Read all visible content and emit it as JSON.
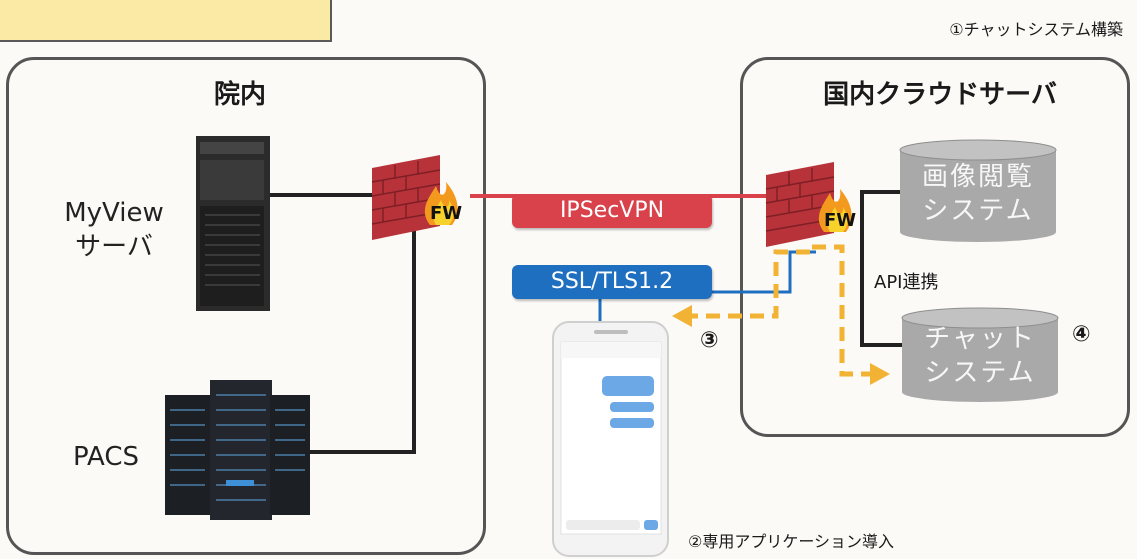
{
  "top_note": "①チャットシステム構築",
  "hospital": {
    "title": "院内",
    "myview_label_line1": "MyView",
    "myview_label_line2": "サーバ",
    "pacs_label": "PACS"
  },
  "cloud": {
    "title": "国内クラウドサーバ",
    "viewer_line1": "画像閲覧",
    "viewer_line2": "システム",
    "chat_line1": "チャット",
    "chat_line2": "システム",
    "api_label": "API連携"
  },
  "firewall_label": "FW",
  "vpn_label": "IPSecVPN",
  "ssl_label": "SSL/TLS1.2",
  "step3": "③",
  "step4": "④",
  "app_note": "②専用アプリケーション導入",
  "colors": {
    "vpn": "#d9414b",
    "ssl": "#1f6fc0",
    "dashed": "#f2b233",
    "cylinder": "#a9a9a9",
    "brick": "#b8323a"
  }
}
